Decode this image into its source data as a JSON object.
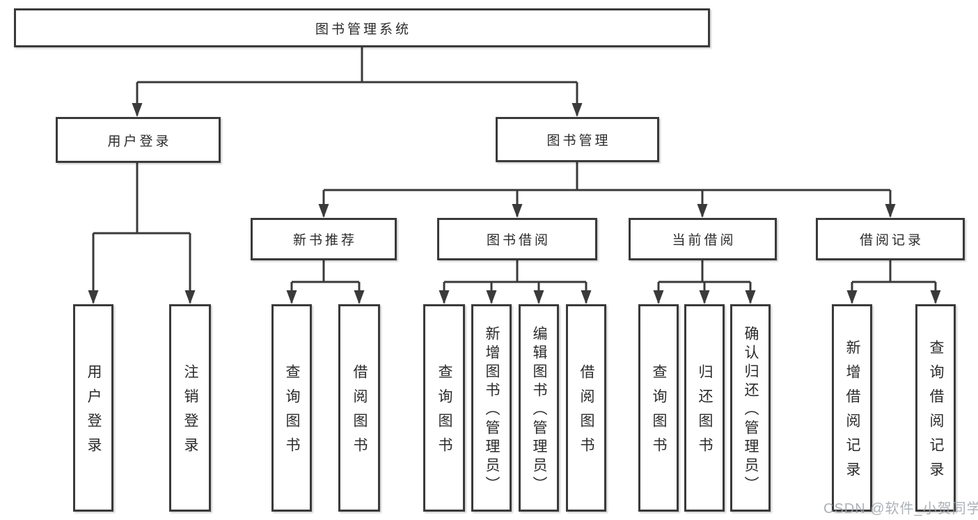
{
  "diagram": {
    "root": {
      "label": "图书管理系统"
    },
    "level2": [
      {
        "label": "用户登录"
      },
      {
        "label": "图书管理"
      }
    ],
    "level3": [
      {
        "label": "新书推荐"
      },
      {
        "label": "图书借阅"
      },
      {
        "label": "当前借阅"
      },
      {
        "label": "借阅记录"
      }
    ],
    "leaves": {
      "user_login": [
        "用户登录",
        "注销登录"
      ],
      "new_book": [
        "查询图书",
        "借阅图书"
      ],
      "book_borrow": [
        "查询图书",
        "新增图书（管理员）",
        "编辑图书（管理员）",
        "借阅图书"
      ],
      "current_borrow": [
        "查询图书",
        "归还图书",
        "确认归还（管理员）"
      ],
      "borrow_record": [
        "新增借阅记录",
        "查询借阅记录"
      ]
    }
  },
  "watermark": "CSDN @软件_小贺同学",
  "colors": {
    "line": "#3a3a3a",
    "text": "#2b2b2b",
    "watermark": "#9ea4aa"
  }
}
